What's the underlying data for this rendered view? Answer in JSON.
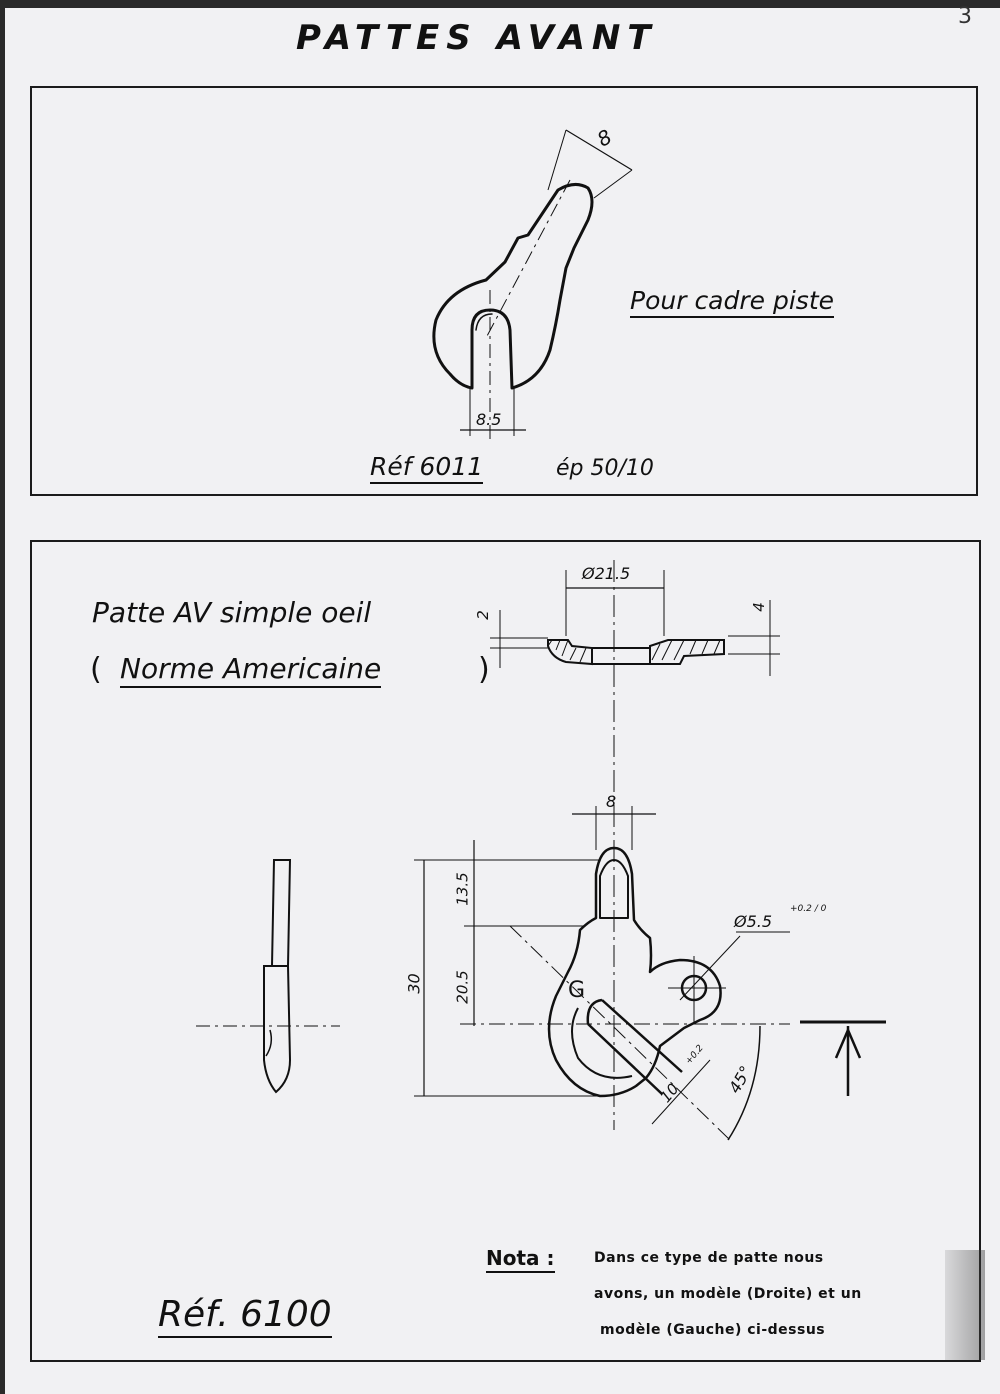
{
  "page_number": "3",
  "title": "PATTES AVANT",
  "panel1": {
    "caption": "Pour cadre piste",
    "ref_label": "Réf 6011",
    "ref_note": "ép 50/10",
    "dims": {
      "width_top": "8",
      "slot": "8.5"
    }
  },
  "panel2": {
    "heading_line1": "Patte AV simple oeil",
    "heading_line2_open": "(",
    "heading_line2": "Norme Americaine",
    "heading_line2_close": ")",
    "dims": {
      "top_diameter": "Ø21.5",
      "left_thk": "2",
      "right_thk": "4",
      "width": "8",
      "d1": "13.5",
      "d2": "20.5",
      "total": "30",
      "hole": "Ø5.5",
      "hole_tol": "+0.2 / 0",
      "slot": "10",
      "slot_tol": "+0.2",
      "angle": "45°",
      "g_label": "G"
    },
    "ref_label": "Réf. 6100",
    "note_label": "Nota :",
    "note_line1": "Dans ce type de patte nous",
    "note_line2": "avons, un modèle (Droite) et un",
    "note_line3": "modèle (Gauche) ci-dessus"
  }
}
